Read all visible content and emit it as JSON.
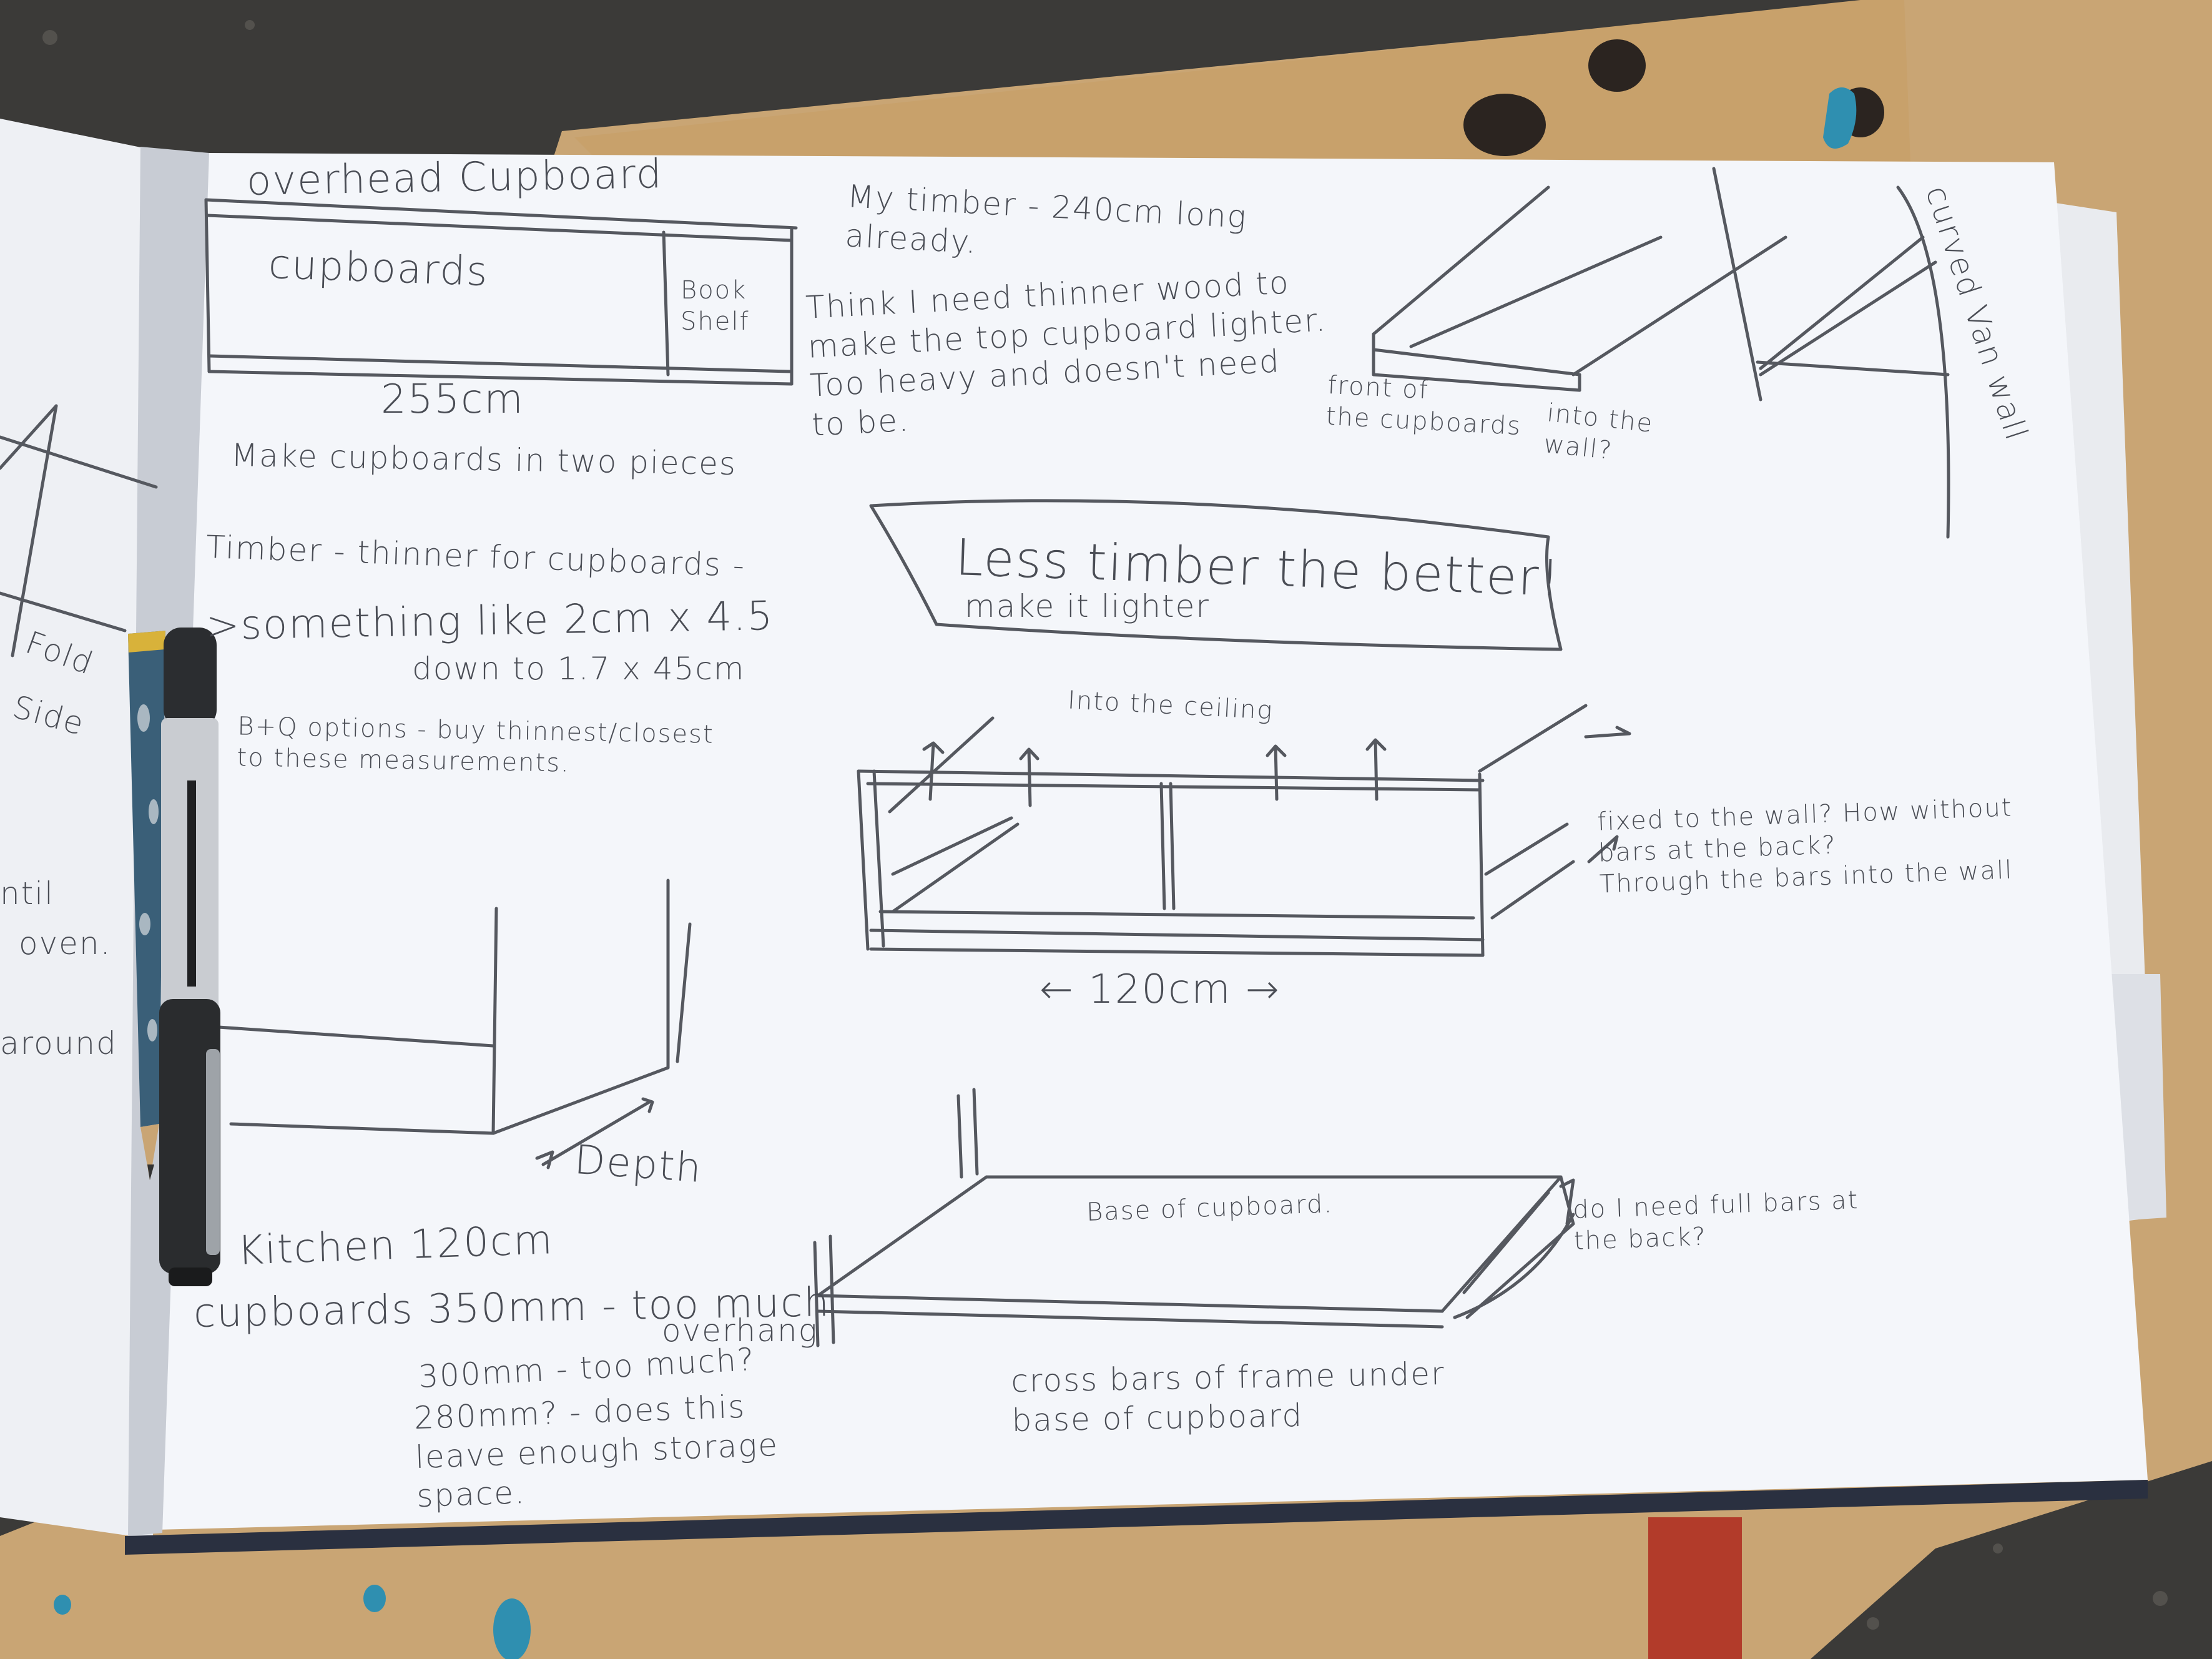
{
  "colors": {
    "ground": "#3b3a38",
    "bench_wood": "#c9a574",
    "paper": "#f3f5f9",
    "pencil_line": "#55585f",
    "paint_splash": "#2f8fb0",
    "clamp_red": "#b23b2a"
  },
  "notes": {
    "overhead_title": "overhead Cupboard",
    "cupboards_label": "cupboards",
    "book_shelf": "Book\nShelf",
    "width_255": "255cm",
    "two_pieces": "Make cupboards in two pieces",
    "my_timber": "My timber - 240cm long\nalready.",
    "think_thinner": "Think I need thinner wood to\nmake the top cupboard lighter.\nToo heavy and doesn't need\nto be.",
    "front_of": "front of\nthe cupboards",
    "into_the_wall_q": "into the\nwall?",
    "curved_van_wall": "curved Van wall",
    "timber_thinner": "Timber - thinner for cupboards -",
    "something_like": ">something like 2cm x 4.5",
    "down_to": "down to 1.7 x 45cm",
    "bq_options": "B+Q options - buy thinnest/closest\nto these measurements.",
    "less_timber": "Less timber the better!",
    "make_lighter": "make it lighter",
    "into_ceiling": "Into the ceiling",
    "fixed_wall": "fixed to the wall? How without\nbars at the back?\nThrough the bars into the wall",
    "width_120": "← 120cm →",
    "depth": "Depth",
    "base_of_cupboard": "Base of cupboard.",
    "full_bars": "do I need full bars at\nthe back?",
    "cross_bars": "cross bars of frame under\nbase of cupboard",
    "kitchen": "Kitchen 120cm",
    "cupboards_350": "cupboards 350mm - too much",
    "overhang": "overhang",
    "mm300": "300mm - too much?",
    "mm280": "280mm? - does this\nleave enough storage\nspace.",
    "left_page": {
      "fold": "Fold",
      "side": "Side",
      "ntil": "ntil",
      "oven": "oven.",
      "around": "around"
    }
  }
}
